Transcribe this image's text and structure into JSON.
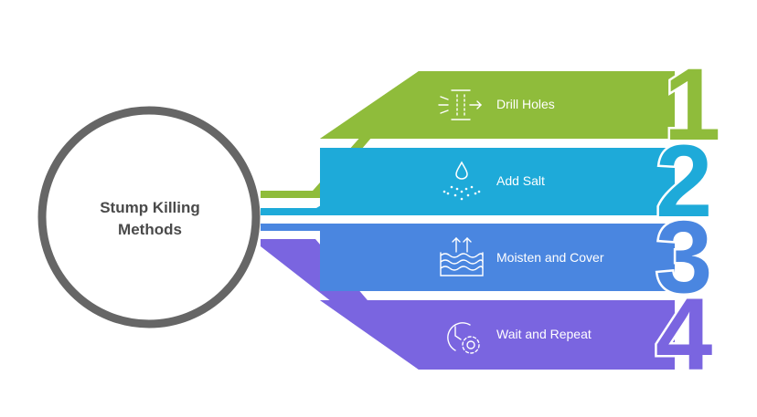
{
  "title": "Stump Killing Methods",
  "title_lines": [
    "Stump Killing",
    "Methods"
  ],
  "steps": [
    {
      "number": "1",
      "label": "Drill Holes",
      "color": "#8fbc3b",
      "icon": "drill-holes-icon"
    },
    {
      "number": "2",
      "label": "Add Salt",
      "color": "#1eaad9",
      "icon": "salt-drop-icon"
    },
    {
      "number": "3",
      "label": "Moisten and Cover",
      "color": "#4a86e0",
      "icon": "water-waves-icon"
    },
    {
      "number": "4",
      "label": "Wait and Repeat",
      "color": "#7a65e0",
      "icon": "clock-gear-icon"
    }
  ],
  "colors": {
    "circle": "#666666",
    "text_dark": "#4a4a4a",
    "text_light": "#ffffff"
  }
}
